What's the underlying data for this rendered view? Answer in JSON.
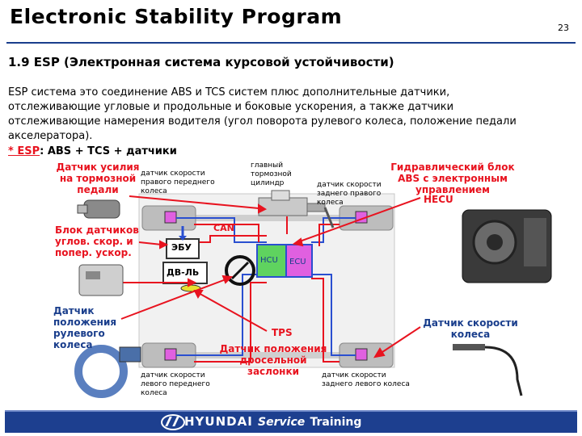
{
  "header": {
    "title": "Electronic Stability Program",
    "page_number": "23"
  },
  "section": {
    "heading": "1.9 ESP (Электронная система курсовой устойчивости)",
    "paragraph": "ESP система это соединение ABS и TCS систем плюс дополнительные датчики, отслеживающие угловые и продольные и боковые ускорения, а также датчики отслеживающие намерения водителя (угол поворота рулевого колеса, положение педали акселератора).",
    "esp_star": "* ESP",
    "esp_formula": ": ABS + TCS + датчики"
  },
  "diagram": {
    "labels": {
      "brake_pedal_sensor": "Датчик усилия на тормозной педали",
      "sensor_cluster": "Блок датчиков углов. скор. и попер. ускор.",
      "steering_angle_sensor": "Датчик положения рулевого колеса",
      "hydraulic_unit": "Гидравлический блок ABS с электронным управлением",
      "hecu": "HECU",
      "tps": "TPS",
      "throttle_sensor": "Датчик положения дросельной заслонки",
      "wheel_speed_sensor": "Датчик скорости колеса",
      "can": "CAN",
      "ecu": "ЭБУ",
      "engine": "ДВ-ЛЬ",
      "hcu": "HCU",
      "ecu_box": "ECU"
    },
    "small_labels": {
      "fr_wheel": "датчик скорости правого переднего колеса",
      "master_cylinder": "главный тормозной цилиндр",
      "rr_wheel": "датчик скорости заднего правого колеса",
      "fl_wheel": "датчик скорости левого переднего колеса",
      "rl_wheel": "датчик скорости заднего левого колеса"
    },
    "colors": {
      "red": "#e8131f",
      "blue": "#1a3e8c",
      "wire_red": "#e8131f",
      "wire_blue": "#2a4fd0",
      "hcu_green": "#5fd35f",
      "ecu_magenta": "#e060e0"
    }
  },
  "footer": {
    "brand": "HYUNDAI",
    "service": "Service",
    "training": "Training"
  }
}
